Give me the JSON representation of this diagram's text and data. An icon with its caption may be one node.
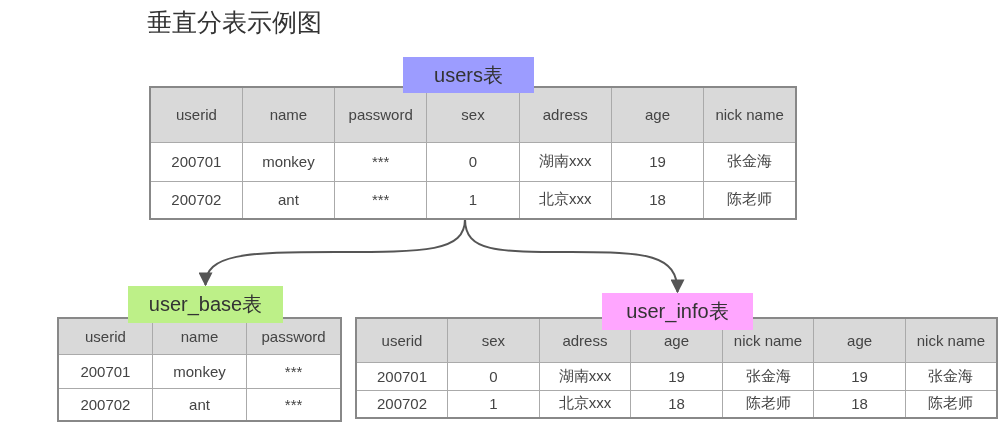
{
  "diagram": {
    "title": "垂直分表示例图",
    "nodes": [
      {
        "text": [
          "users表",
          "userid",
          "name",
          "password",
          "sex",
          "adress",
          "age",
          "nick name",
          "200701",
          "monkey",
          "***",
          "0",
          "湖南xxx",
          "19",
          "张金海",
          "200702",
          "ant",
          "***",
          "1",
          "北京xxx",
          "18",
          "陈老师"
        ]
      },
      {
        "text": [
          "user_base表",
          "userid",
          "name",
          "password",
          "200701",
          "monkey",
          "***",
          "200702",
          "ant",
          "***"
        ]
      },
      {
        "text": [
          "user_info表",
          "userid",
          "sex",
          "adress",
          "age",
          "nick name",
          "age",
          "nick name",
          "200701",
          "0",
          "湖南xxx",
          "19",
          "张金海",
          "19",
          "张金海",
          "200702",
          "1",
          "北京xxx",
          "18",
          "陈老师",
          "18",
          "陈老师"
        ]
      }
    ],
    "edges": [
      {
        "from": 0,
        "to": 1,
        "arrow": "to"
      },
      {
        "from": 0,
        "to": 2,
        "arrow": "to"
      }
    ]
  }
}
